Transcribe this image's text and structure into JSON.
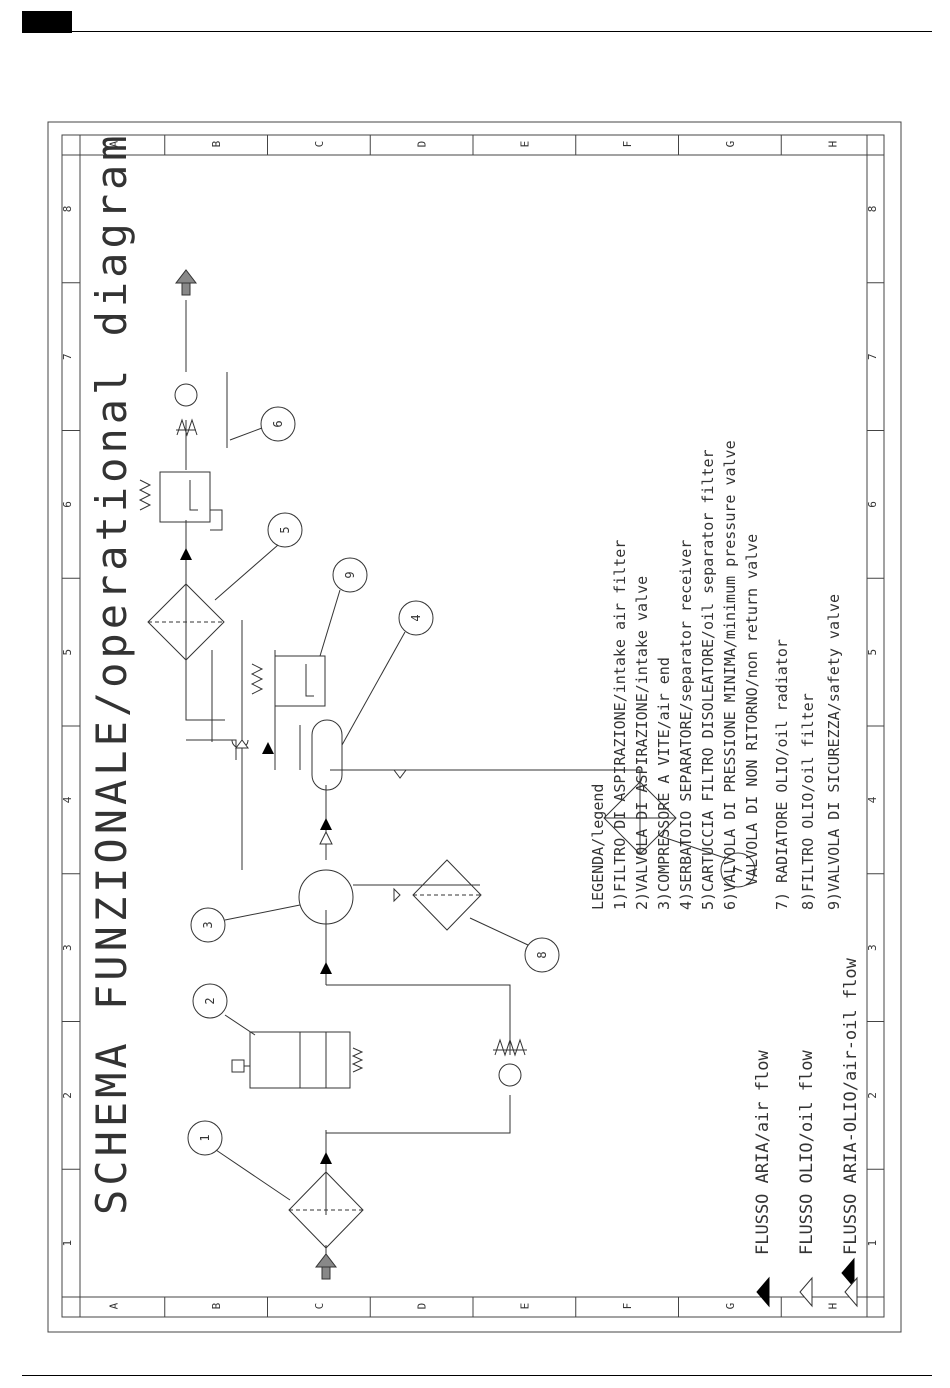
{
  "title": "SCHEMA FUNZIONALE/operational diagram",
  "legend_title": "LEGENDA/legend",
  "legend_items": [
    "1)FILTRO DI ASPIRAZIONE/intake air filter",
    "2)VALVOLA DI ASPIRAZIONE/intake valve",
    "3)COMPRESSORE A VITE/air end",
    "4)SERBATOIO SEPARATORE/separator receiver",
    "5)CARTUCCIA FILTRO DISOLEATORE/oil separator filter",
    "6)VALVOLA DI PRESSIONE MINIMA/minimum pressure valve",
    "VALVOLA DI NON RITORNO/non return valve",
    "7) RADIATORE OLIO/oil radiator",
    "8)FILTRO OLIO/oil filter",
    "9)VALVOLA DI SICUREZZA/safety valve"
  ],
  "flow_legend": [
    "FLUSSO ARIA/air flow",
    "FLUSSO OLIO/oil flow",
    "FLUSSO ARIA-OLIO/air-oil flow"
  ],
  "component_numbers": [
    "1",
    "2",
    "3",
    "4",
    "5",
    "6",
    "7",
    "8",
    "9"
  ],
  "grid_rows": [
    "A",
    "B",
    "C",
    "D",
    "E",
    "F",
    "G",
    "H"
  ],
  "grid_cols": [
    "1",
    "2",
    "3",
    "4",
    "5",
    "6",
    "7",
    "8"
  ]
}
